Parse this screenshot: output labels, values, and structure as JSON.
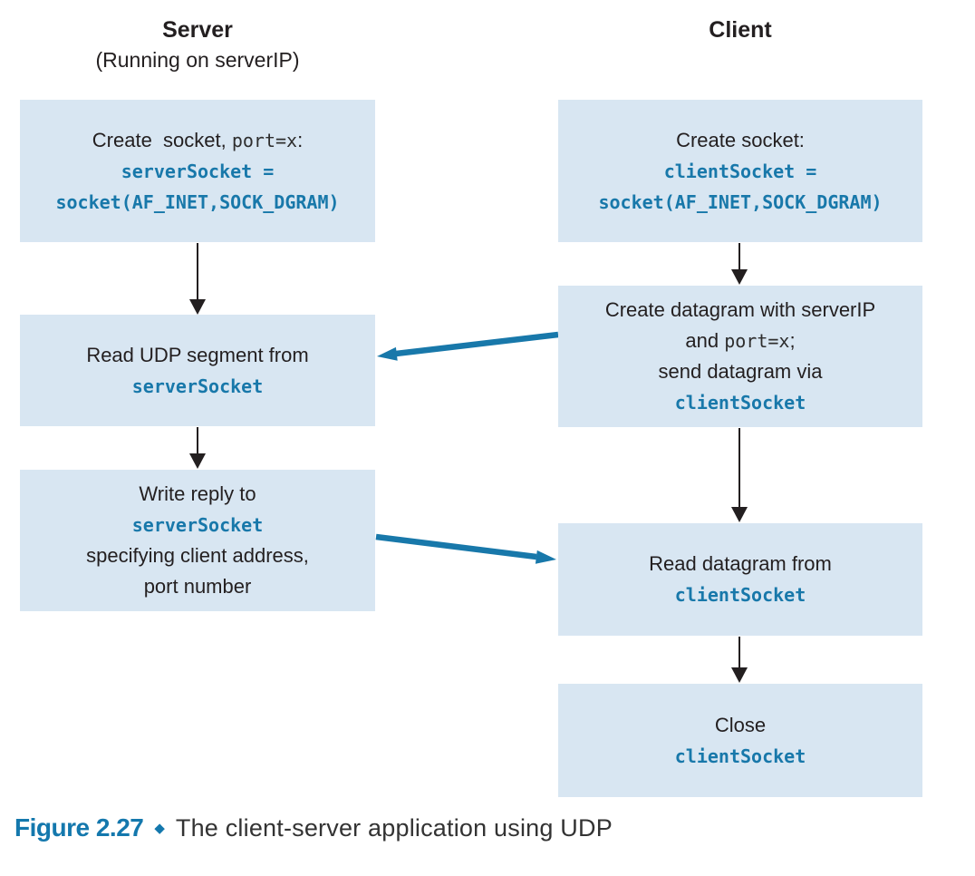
{
  "header": {
    "server_title": "Server",
    "server_subtitle": "(Running on serverIP)",
    "client_title": "Client"
  },
  "boxes": {
    "server_create": {
      "line1_plain": "Create  socket, ",
      "line1_code": "port=x",
      "line1_end": ":",
      "code1": "serverSocket =",
      "code2": "socket(AF_INET,SOCK_DGRAM)"
    },
    "server_read": {
      "line1": "Read UDP segment from",
      "code1": "serverSocket"
    },
    "server_write": {
      "line1": "Write reply to",
      "code1": "serverSocket",
      "line2": "specifying client address,",
      "line3": "port number"
    },
    "client_create": {
      "line1": "Create socket:",
      "code1": "clientSocket =",
      "code2": "socket(AF_INET,SOCK_DGRAM)"
    },
    "client_datagram": {
      "line1": "Create datagram with serverIP",
      "line2_plain": "and ",
      "line2_code": "port=x",
      "line2_end": ";",
      "line3": "send datagram via",
      "code1": "clientSocket"
    },
    "client_read": {
      "line1": "Read datagram from",
      "code1": "clientSocket"
    },
    "client_close": {
      "line1": "Close",
      "code1": "clientSocket"
    }
  },
  "caption": {
    "figure_label": "Figure 2.27",
    "diamond": "◆",
    "text": "The client-server application using UDP"
  },
  "colors": {
    "box_background": "#d8e6f2",
    "code_blue": "#1878aa",
    "arrow_blue": "#1878aa",
    "arrow_black": "#231f20",
    "caption_blue": "#1478ad",
    "text_dark": "#231f20"
  }
}
